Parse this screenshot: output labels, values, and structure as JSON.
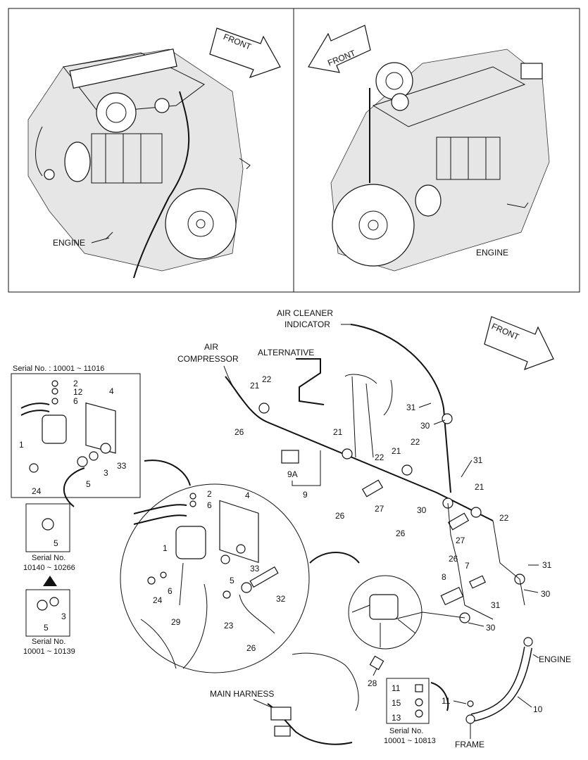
{
  "top_panels": {
    "left": {
      "front_label": "FRONT",
      "engine_label": "ENGINE"
    },
    "right": {
      "front_label": "FRONT",
      "engine_label": "ENGINE"
    }
  },
  "callouts": {
    "air_cleaner": "AIR CLEANER",
    "indicator": "INDICATOR",
    "air": "AIR",
    "compressor": "COMPRESSOR",
    "alternative": "ALTERNATIVE",
    "front": "FRONT",
    "main_harness": "MAIN HARNESS",
    "engine": "ENGINE",
    "frame": "FRAME"
  },
  "serial_boxes": {
    "box_a": {
      "title": "Serial No. : 10001 ~ 11016",
      "parts": [
        "2",
        "12",
        "6",
        "4",
        "1",
        "24",
        "5",
        "3",
        "33"
      ]
    },
    "box_b": {
      "line1": "Serial No.",
      "line2": "10140 ~ 10266",
      "part": "5"
    },
    "box_c": {
      "line1": "Serial No.",
      "line2": "10001 ~ 10139",
      "parts": [
        "5",
        "3"
      ]
    },
    "box_d": {
      "line1": "Serial No.",
      "line2": "10001 ~ 10813",
      "parts": [
        "11",
        "15",
        "13"
      ]
    }
  },
  "detail_circle_parts": [
    "2",
    "6",
    "4",
    "1",
    "5",
    "33",
    "24",
    "6",
    "29",
    "32",
    "23",
    "26"
  ],
  "main_parts": {
    "p21a": "21",
    "p22a": "22",
    "p26a": "26",
    "p21b": "21",
    "p22b": "22",
    "p9a": "9A",
    "p9": "9",
    "p26b": "26",
    "p27a": "27",
    "p21c": "21",
    "p22c": "22",
    "p26c": "26",
    "p31a": "31",
    "p30a": "30",
    "p31b": "31",
    "p21d": "21",
    "p30b": "30",
    "p22d": "22",
    "p27b": "27",
    "p26d": "26",
    "p7": "7",
    "p31c": "31",
    "p8": "8",
    "p30c": "30",
    "p31d": "31",
    "p30d": "30",
    "p28": "28",
    "p11": "11",
    "p10": "10"
  }
}
